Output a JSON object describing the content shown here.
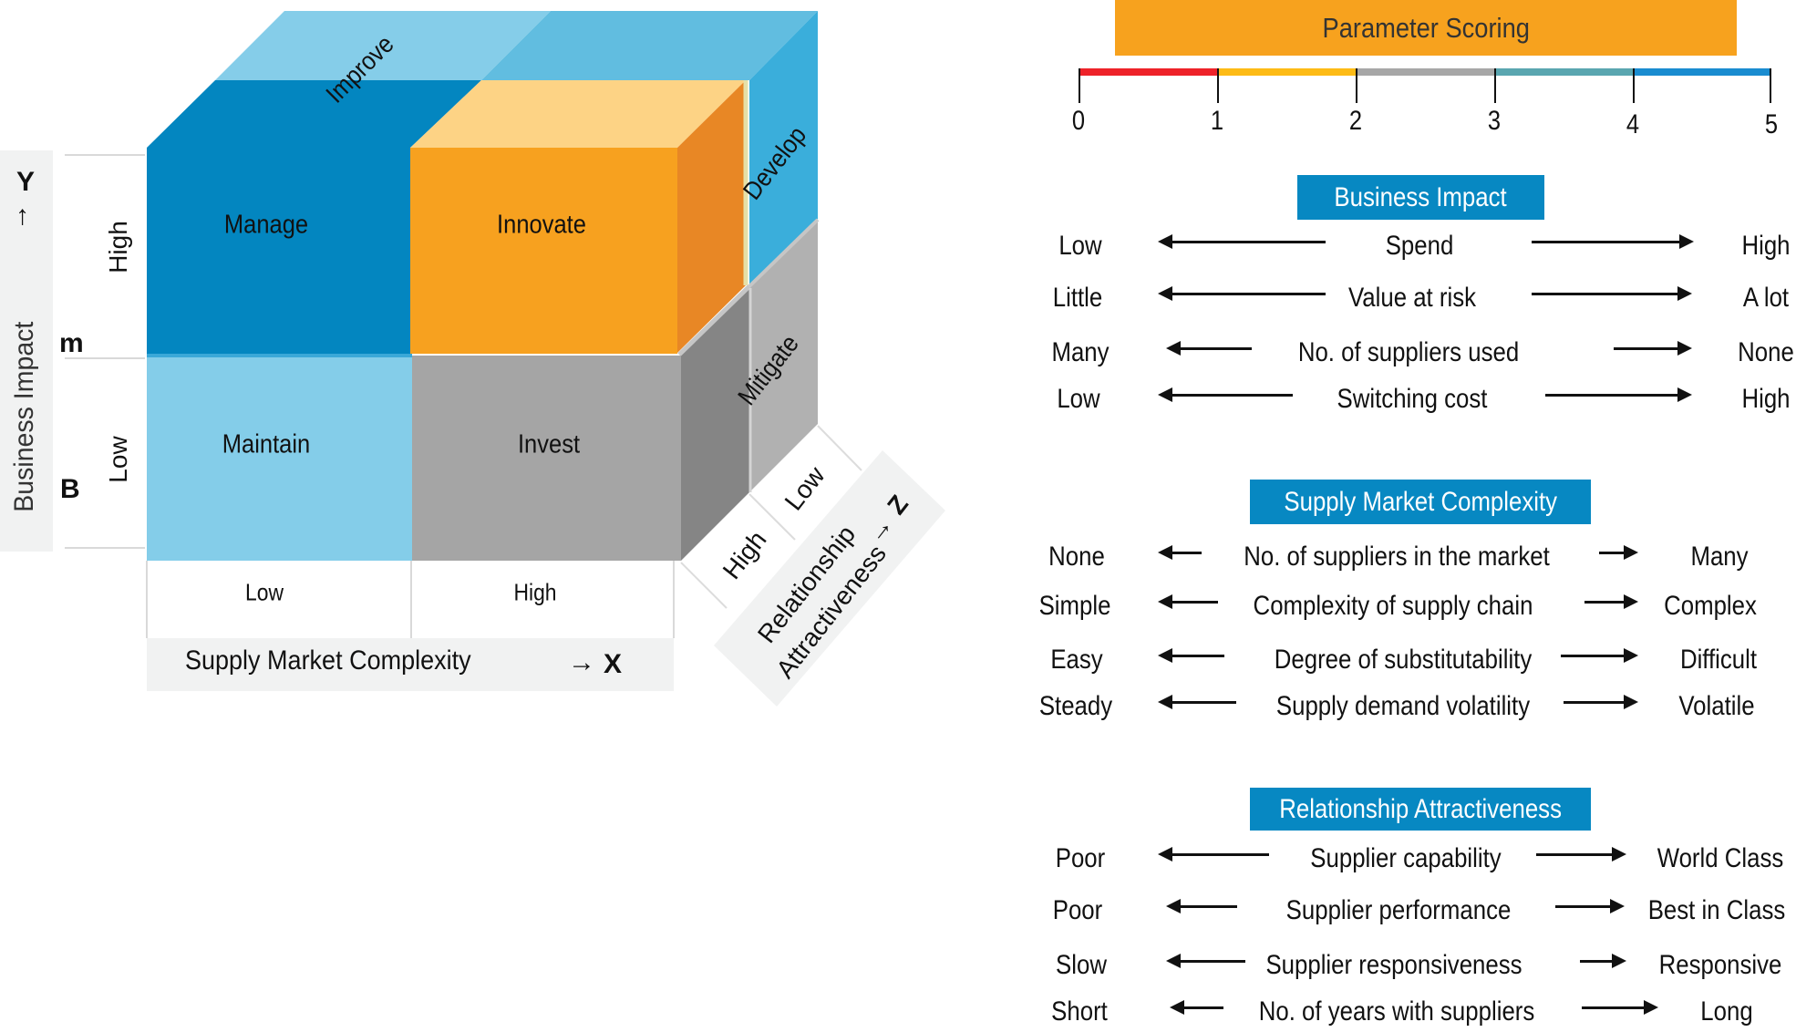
{
  "cube": {
    "faces": {
      "manage": {
        "label": "Manage",
        "color": "#0386c0"
      },
      "innovate": {
        "label": "Innovate",
        "color": "#f7a11f",
        "top_color": "#fdd385",
        "side_color": "#e88725"
      },
      "maintain": {
        "label": "Maintain",
        "color": "#84cde9"
      },
      "invest": {
        "label": "Invest",
        "color": "#a5a5a5",
        "side_color": "#858585"
      },
      "improve": {
        "label": "Improve",
        "color": "#85cde9",
        "color_right": "#61bde0"
      },
      "develop": {
        "label": "Develop",
        "color": "#3aaedb"
      },
      "mitigate": {
        "label": "Mitigate",
        "color": "#b1b1b1"
      }
    },
    "y_axis": {
      "title": "Business Impact",
      "axis_letter": "Y",
      "arrow": "↑",
      "extra_marks": [
        "m",
        "B"
      ],
      "levels": [
        "High",
        "Low"
      ]
    },
    "x_axis": {
      "title": "Supply Market Complexity",
      "axis_letter": "X",
      "arrow": "→",
      "levels": [
        "Low",
        "High"
      ]
    },
    "z_axis": {
      "title_line1": "Relationship",
      "title_line2": "Attractiveness",
      "axis_letter": "Z",
      "arrow": "→",
      "levels": [
        "High",
        "Low"
      ]
    }
  },
  "scoring": {
    "title": "Parameter Scoring",
    "ticks": [
      "0",
      "1",
      "2",
      "3",
      "4",
      "5"
    ],
    "segment_colors": [
      "#ee2229",
      "#fdbb16",
      "#a7a7a7",
      "#5aa6b0",
      "#1a8cd0"
    ]
  },
  "sections": [
    {
      "title": "Business Impact",
      "rows": [
        {
          "low": "Low",
          "parameter": "Spend",
          "high": "High"
        },
        {
          "low": "Little",
          "parameter": "Value at risk",
          "high": "A lot"
        },
        {
          "low": "Many",
          "parameter": "No. of suppliers used",
          "high": "None"
        },
        {
          "low": "Low",
          "parameter": "Switching cost",
          "high": "High"
        }
      ]
    },
    {
      "title": "Supply Market Complexity",
      "rows": [
        {
          "low": "None",
          "parameter": "No. of suppliers in the market",
          "high": "Many"
        },
        {
          "low": "Simple",
          "parameter": "Complexity of supply chain",
          "high": "Complex"
        },
        {
          "low": "Easy",
          "parameter": "Degree of substitutability",
          "high": "Difficult"
        },
        {
          "low": "Steady",
          "parameter": "Supply demand volatility",
          "high": "Volatile"
        }
      ]
    },
    {
      "title": "Relationship Attractiveness",
      "rows": [
        {
          "low": "Poor",
          "parameter": "Supplier capability",
          "high": "World Class"
        },
        {
          "low": "Poor",
          "parameter": "Supplier performance",
          "high": "Best in Class"
        },
        {
          "low": "Slow",
          "parameter": "Supplier responsiveness",
          "high": "Responsive"
        },
        {
          "low": "Short",
          "parameter": "No. of years with suppliers",
          "high": "Long"
        }
      ]
    }
  ],
  "colors": {
    "section_header": "#0788c2",
    "banner": "#f7a21e",
    "axis_panel": "#f1f2f2"
  }
}
